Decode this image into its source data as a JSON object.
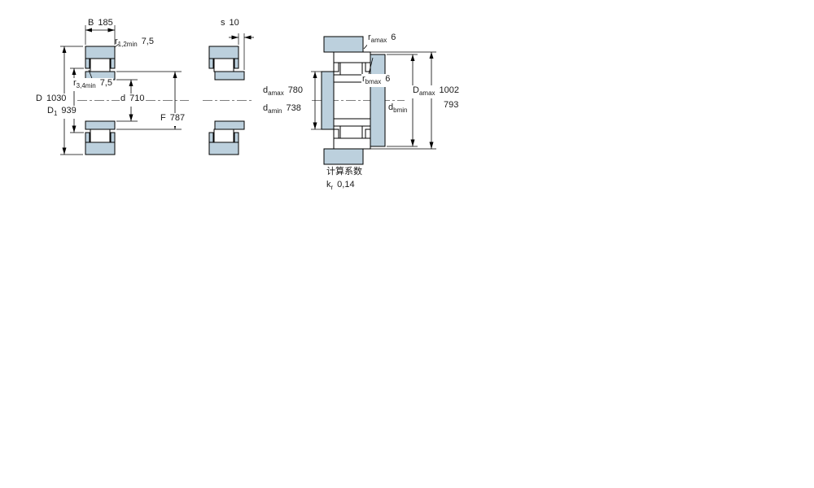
{
  "colors": {
    "section_fill": "#bcd0dd",
    "outline": "#000000",
    "text": "#1a1a1a"
  },
  "drawing": {
    "cross_section_view": {
      "dims": {
        "B": {
          "main": "B",
          "sub": "",
          "value": "185"
        },
        "r12": {
          "main": "r",
          "sub": "1,2min",
          "value": "7,5"
        },
        "r34": {
          "main": "r",
          "sub": "3,4min",
          "value": "7,5"
        },
        "D": {
          "main": "D",
          "sub": "",
          "value": "1030"
        },
        "D1": {
          "main": "D",
          "sub": "1",
          "value": "939"
        },
        "d": {
          "main": "d",
          "sub": "",
          "value": "710"
        },
        "F": {
          "main": "F",
          "sub": "",
          "value": "787"
        }
      }
    },
    "ring_section_view": {
      "dims": {
        "s": {
          "main": "s",
          "sub": "",
          "value": "10"
        }
      }
    },
    "mounting_view": {
      "dims": {
        "ra": {
          "main": "r",
          "sub": "amax",
          "value": "6"
        },
        "rb": {
          "main": "r",
          "sub": "bmax",
          "value": "6"
        },
        "da_max": {
          "main": "d",
          "sub": "amax",
          "value": "780"
        },
        "da_min": {
          "main": "d",
          "sub": "amin",
          "value": "738"
        },
        "db_min": {
          "main": "d",
          "sub": "bmin",
          "value": "793"
        },
        "Da_max": {
          "main": "D",
          "sub": "amax",
          "value": "1002"
        }
      }
    },
    "calculation_factors": {
      "heading": "计算系数",
      "kr": {
        "main": "k",
        "sub": "r",
        "value": "0,14"
      }
    }
  }
}
